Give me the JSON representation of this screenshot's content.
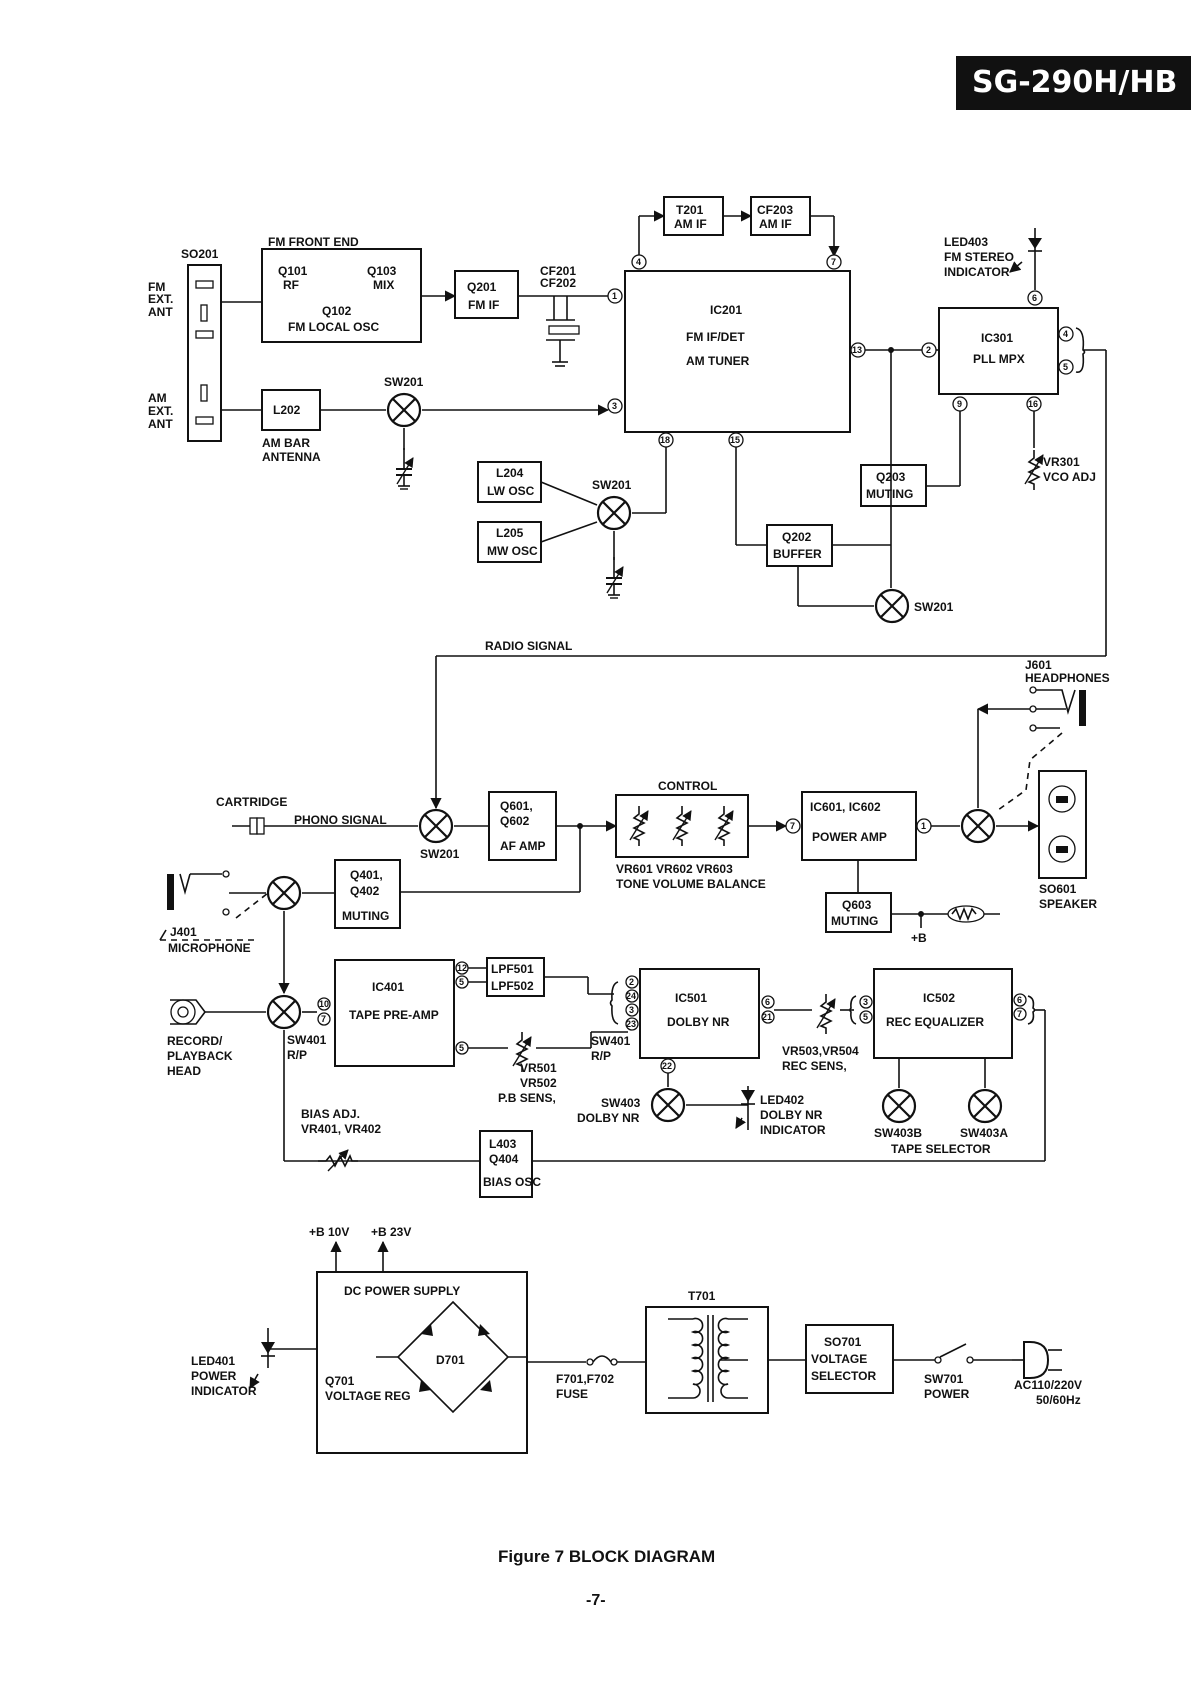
{
  "model": "SG-290H/HB",
  "figure_caption": "Figure 7 BLOCK DIAGRAM",
  "page_number": "-7-",
  "labels": {
    "so201": "SO201",
    "fm_ext_ant_1": "FM",
    "fm_ext_ant_2": "EXT.",
    "fm_ext_ant_3": "ANT",
    "am_ext_ant_1": "AM",
    "am_ext_ant_2": "EXT.",
    "am_ext_ant_3": "ANT",
    "fm_front_end": "FM FRONT END",
    "q101": "Q101",
    "rf": "RF",
    "q103": "Q103",
    "mix": "MIX",
    "q102": "Q102",
    "fm_local_osc": "FM LOCAL OSC",
    "q201": "Q201",
    "fm_if": "FM IF",
    "cf201": "CF201",
    "cf202": "CF202",
    "t201": "T201",
    "t201_sub": "AM IF",
    "cf203": "CF203",
    "cf203_sub": "AM IF",
    "ic201": "IC201",
    "ic201_l2": "FM IF/DET",
    "ic201_l3": "AM TUNER",
    "led403_1": "LED403",
    "led403_2": "FM STEREO",
    "led403_3": "INDICATOR",
    "ic301": "IC301",
    "ic301_l2": "PLL MPX",
    "vr301_1": "VR301",
    "vr301_2": "VCO ADJ",
    "l202": "L202",
    "am_bar_1": "AM BAR",
    "am_bar_2": "ANTENNA",
    "sw201_a": "SW201",
    "sw201_b": "SW201",
    "sw201_c": "SW201",
    "sw201_d": "SW201",
    "l204": "L204",
    "lw_osc": "LW OSC",
    "l205": "L205",
    "mw_osc": "MW OSC",
    "q203": "Q203",
    "muting_q203": "MUTING",
    "q202": "Q202",
    "buffer": "BUFFER",
    "radio_signal": "RADIO SIGNAL",
    "j601_1": "J601",
    "j601_2": "HEADPHONES",
    "cartridge": "CARTRIDGE",
    "phono_signal": "PHONO SIGNAL",
    "q601": "Q601,",
    "q602": "Q602",
    "af_amp": "AF AMP",
    "control": "CONTROL",
    "vr_labels": "VR601 VR602 VR603",
    "tone_vol_bal": "TONE VOLUME BALANCE",
    "ic601": "IC601, IC602",
    "power_amp": "POWER AMP",
    "so601": "SO601",
    "speaker": "SPEAKER",
    "q603": "Q603",
    "muting_q603": "MUTING",
    "plus_b": "+B",
    "q401": "Q401,",
    "q402": "Q402",
    "muting_q401": "MUTING",
    "j401": "J401",
    "microphone": "MICROPHONE",
    "ic401": "IC401",
    "tape_preamp": "TAPE PRE-AMP",
    "lpf501": "LPF501",
    "lpf502": "LPF502",
    "ic501": "IC501",
    "dolby_nr": "DOLBY NR",
    "ic502": "IC502",
    "rec_eq": "REC EQUALIZER",
    "record_1": "RECORD/",
    "record_2": "PLAYBACK",
    "record_3": "HEAD",
    "sw401_a": "SW401",
    "rp_a": "R/P",
    "sw401_b": "SW401",
    "rp_b": "R/P",
    "vr501": "VR501",
    "vr502": "VR502",
    "pb_sens": "P.B SENS,",
    "vr503": "VR503,VR504",
    "rec_sens": "REC SENS,",
    "sw403_1": "SW403",
    "sw403_2": "DOLBY NR",
    "led402_1": "LED402",
    "led402_2": "DOLBY NR",
    "led402_3": "INDICATOR",
    "sw403b": "SW403B",
    "sw403a": "SW403A",
    "tape_selector": "TAPE SELECTOR",
    "bias_1": "BIAS ADJ.",
    "bias_2": "VR401, VR402",
    "l403": "L403",
    "q404": "Q404",
    "bias_osc": "BIAS OSC",
    "b10v": "+B 10V",
    "b23v": "+B 23V",
    "dc_supply": "DC POWER SUPPLY",
    "d701": "D701",
    "q701": "Q701",
    "voltage_reg": "VOLTAGE REG",
    "led401_1": "LED401",
    "led401_2": "POWER",
    "led401_3": "INDICATOR",
    "f701": "F701,F702",
    "fuse": "FUSE",
    "t701": "T701",
    "so701": "SO701",
    "voltage": "VOLTAGE",
    "selector": "SELECTOR",
    "sw701": "SW701",
    "power": "POWER",
    "ac1": "AC110/220V",
    "ac2": "50/60Hz"
  },
  "pins": {
    "p1": "1",
    "p2": "2",
    "p3": "3",
    "p4": "4",
    "p5": "5",
    "p6": "6",
    "p7": "7",
    "p9": "9",
    "p10": "10",
    "p12": "12",
    "p13": "13",
    "p15": "15",
    "p16": "16",
    "p18": "18",
    "p21": "21",
    "p22": "22",
    "p23": "23",
    "p24": "24"
  }
}
